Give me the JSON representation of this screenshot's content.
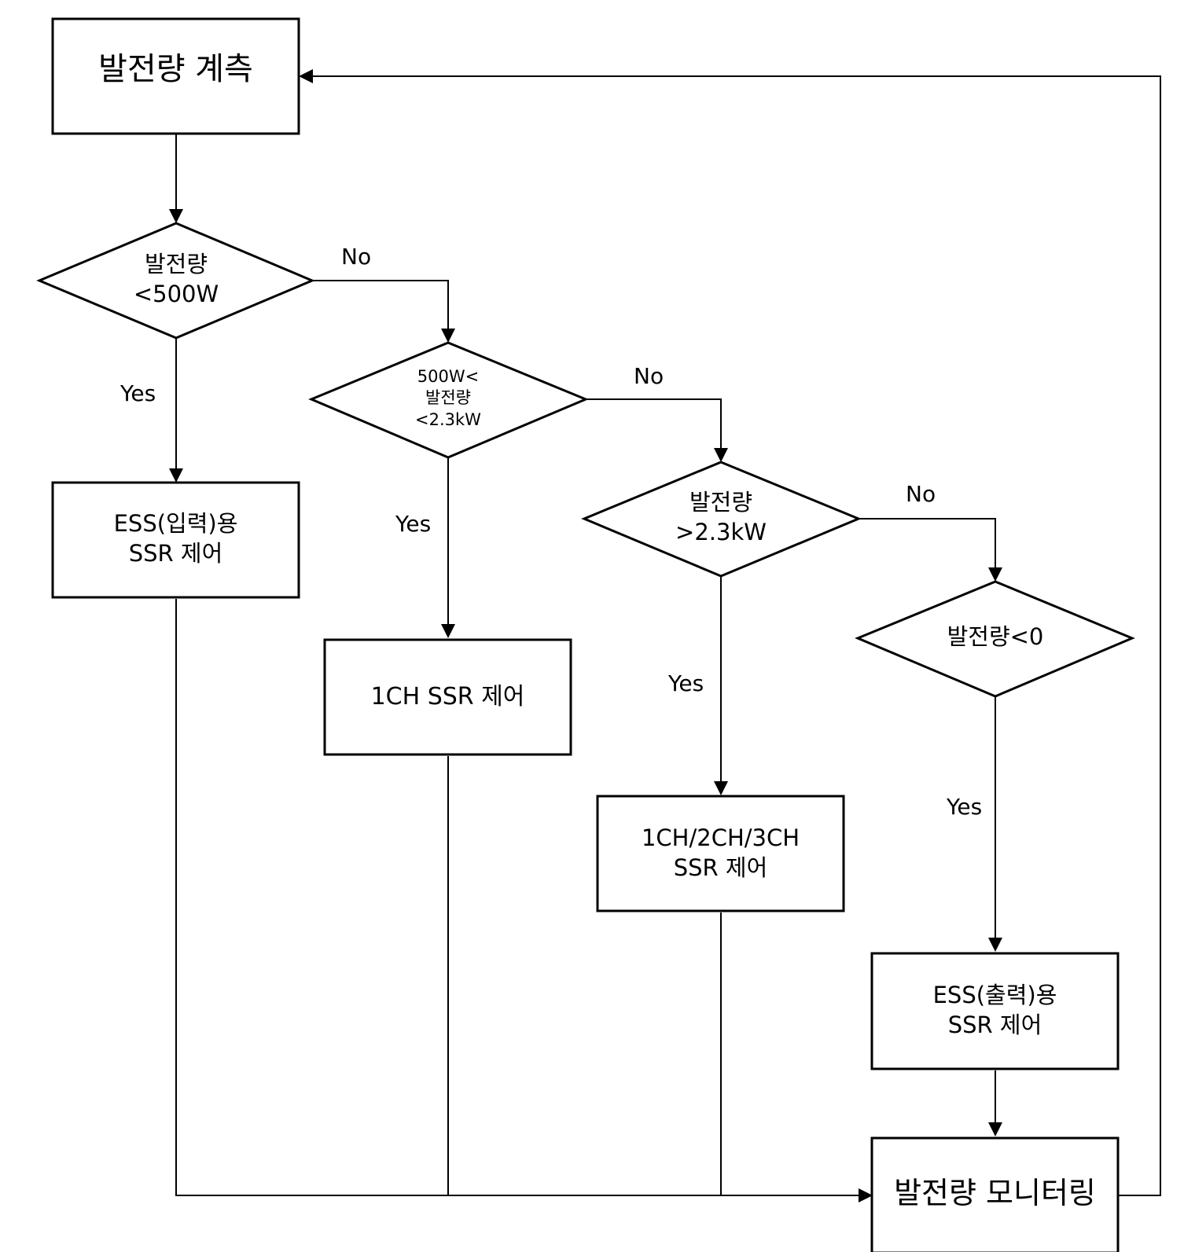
{
  "nodes": {
    "measure": {
      "text": "발전량 계측"
    },
    "cond_500w": {
      "text": "발전량\n<500W"
    },
    "cond_500w_2_3kw": {
      "text": "500W<\n발전량\n<2.3kW"
    },
    "cond_gt_2_3kw": {
      "text": "발전량\n>2.3kW"
    },
    "cond_lt_0": {
      "text": "발전량<0"
    },
    "ess_input_ssr": {
      "text": "ESS(입력)용\nSSR 제어"
    },
    "ch1_ssr": {
      "text": "1CH SSR 제어"
    },
    "ch123_ssr": {
      "text": "1CH/2CH/3CH\nSSR 제어"
    },
    "ess_output_ssr": {
      "text": "ESS(출력)용\nSSR 제어"
    },
    "monitoring": {
      "text": "발전량 모니터링"
    }
  },
  "edges": {
    "cond_500w_no": "No",
    "cond_500w_yes": "Yes",
    "cond_500w_2_3kw_no": "No",
    "cond_500w_2_3kw_yes": "Yes",
    "cond_gt_2_3kw_no": "No",
    "cond_gt_2_3kw_yes": "Yes",
    "cond_lt_0_yes": "Yes"
  }
}
